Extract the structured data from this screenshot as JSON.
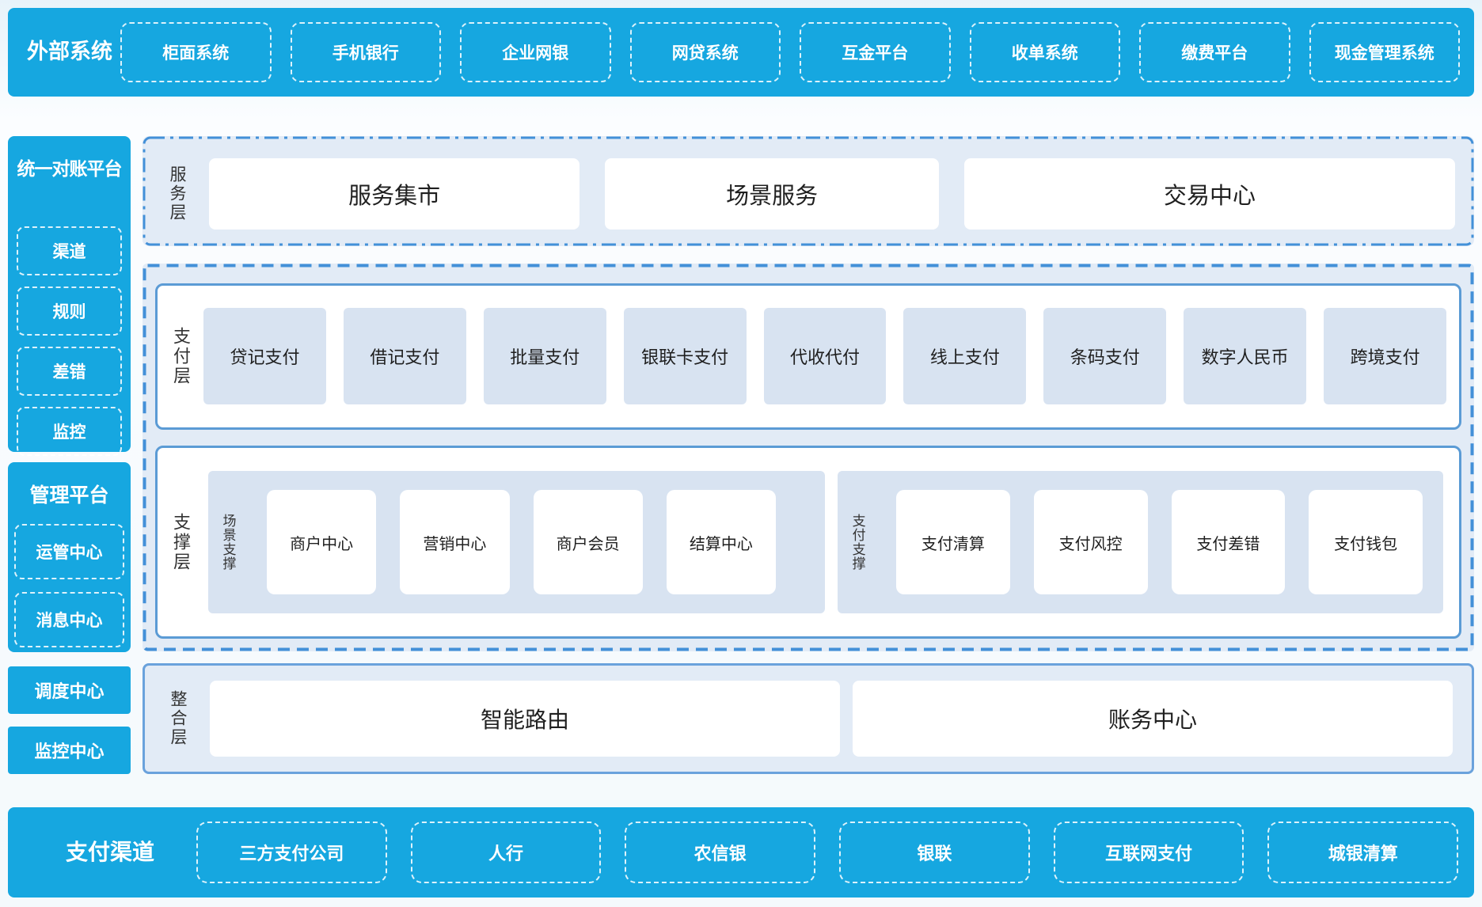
{
  "colors": {
    "primary_blue": "#16A7E0",
    "panel_light_blue": "#E2EBF6",
    "item_light_blue": "#D8E3F1",
    "solid_border_blue": "#5B9BD5",
    "dashed_border_blue": "#4390D8",
    "white": "#FFFFFF",
    "text_dark": "#262626"
  },
  "topbar": {
    "title": "外部系统",
    "items": [
      "柜面系统",
      "手机银行",
      "企业网银",
      "网贷系统",
      "互金平台",
      "收单系统",
      "缴费平台",
      "现金管理系统"
    ]
  },
  "sidebar": {
    "reconciliation": {
      "title": "统一对账平台",
      "items": [
        "渠道",
        "规则",
        "差错",
        "监控"
      ]
    },
    "management": {
      "title": "管理平台",
      "items": [
        "运管中心",
        "消息中心"
      ]
    },
    "standalone": [
      "调度中心",
      "监控中心"
    ]
  },
  "main": {
    "service_layer": {
      "label": "服务层",
      "items": [
        "服务集市",
        "场景服务",
        "交易中心"
      ]
    },
    "payment_layer": {
      "label": "支付层",
      "items": [
        "贷记支付",
        "借记支付",
        "批量支付",
        "银联卡支付",
        "代收代付",
        "线上支付",
        "条码支付",
        "数字人民币",
        "跨境支付"
      ]
    },
    "support_layer": {
      "label": "支撑层",
      "groups": [
        {
          "label": "场景支撑",
          "items": [
            "商户中心",
            "营销中心",
            "商户会员",
            "结算中心"
          ]
        },
        {
          "label": "支付支撑",
          "items": [
            "支付清算",
            "支付风控",
            "支付差错",
            "支付钱包"
          ]
        }
      ]
    },
    "integration_layer": {
      "label": "整合层",
      "items": [
        "智能路由",
        "账务中心"
      ]
    }
  },
  "bottombar": {
    "title": "支付渠道",
    "items": [
      "三方支付公司",
      "人行",
      "农信银",
      "银联",
      "互联网支付",
      "城银清算"
    ]
  }
}
